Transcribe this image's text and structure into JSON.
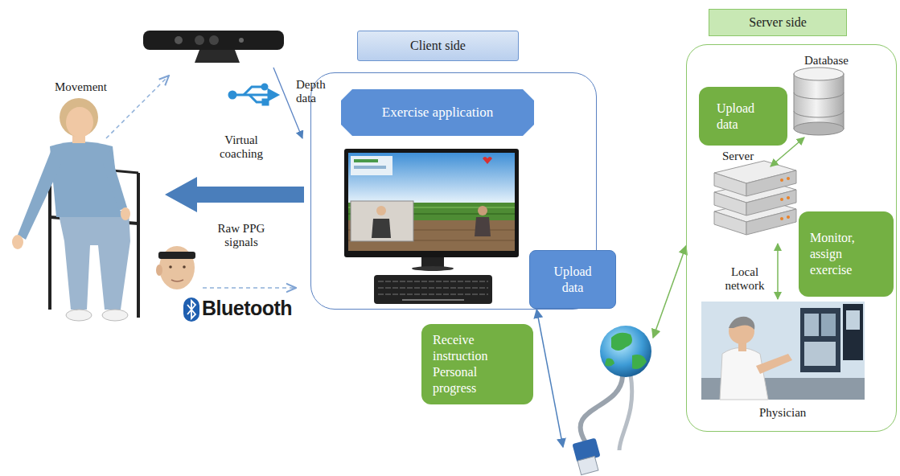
{
  "diagram": {
    "nodes": [
      {
        "text": [
          "Client side"
        ]
      },
      {
        "text": [
          "Exercise application"
        ],
        "in": 0
      },
      {
        "text": [
          "Upload data"
        ],
        "in": 0
      },
      {
        "text": [
          "Receive instruction Personal progress"
        ]
      },
      {
        "text": [
          "Server side"
        ]
      },
      {
        "text": [
          "Upload data"
        ],
        "in": 4
      },
      {
        "text": [
          "Monitor, assign exercise"
        ],
        "in": 4
      }
    ],
    "edges": [
      {
        "from": 0,
        "to": 4,
        "arrow": "both"
      }
    ],
    "labels": [
      "Movement",
      "Depth data",
      "Virtual coaching",
      "Raw PPG signals",
      "Bluetooth",
      "Database",
      "Server",
      "Local network",
      "Physician"
    ]
  }
}
